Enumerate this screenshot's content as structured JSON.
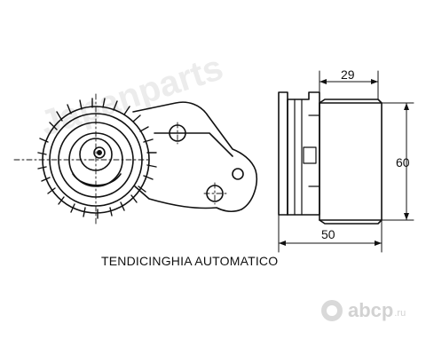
{
  "watermark": "Japanparts",
  "dimensions": {
    "top_width": "29",
    "height": "60",
    "bottom_width": "50"
  },
  "caption": "TENDICINGHIA AUTOMATICO",
  "brand": {
    "name": "abcp",
    "tld": ".ru",
    "icon": "abcp-logo-icon"
  }
}
